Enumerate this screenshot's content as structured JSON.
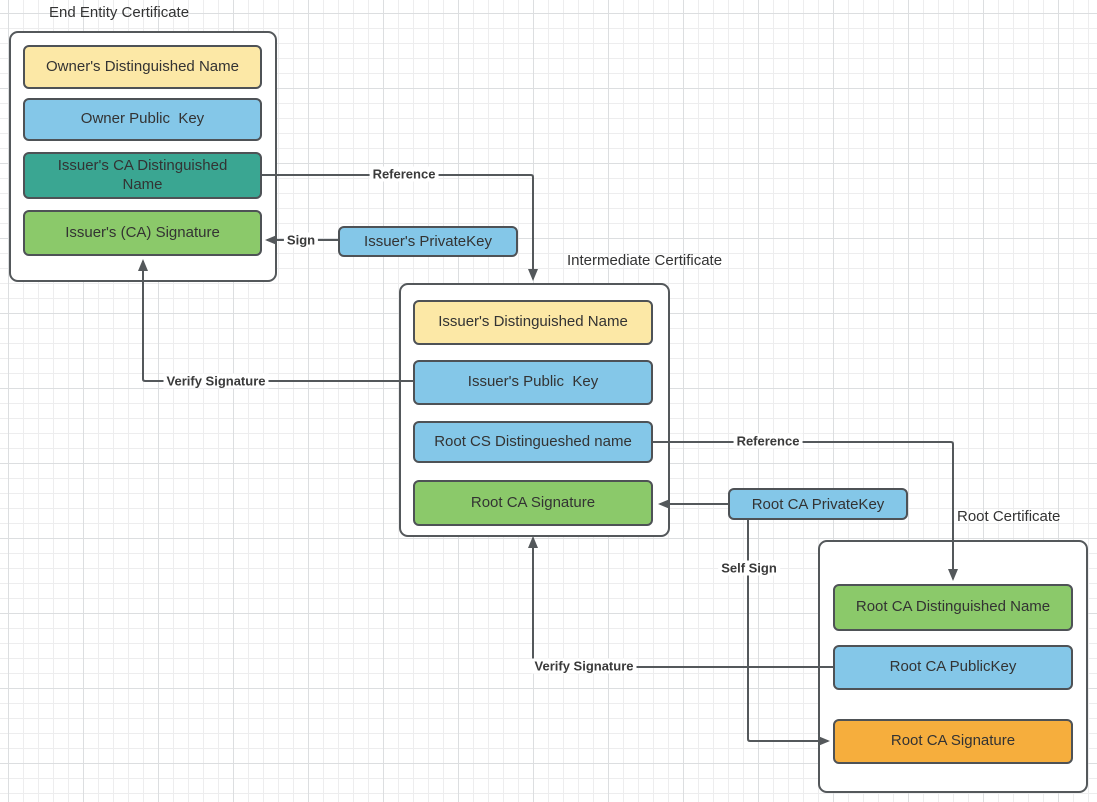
{
  "palette": {
    "yellow": "#FCE8A6",
    "blue": "#84C7E8",
    "teal": "#3AA692",
    "green": "#8BC96A",
    "orange": "#F6AE3D",
    "line": "#54585B",
    "text": "#333333"
  },
  "groups": [
    {
      "title": "End Entity Certificate",
      "fields": [
        {
          "label": "Owner's Distinguished Name",
          "color": "yellow"
        },
        {
          "label": "Owner Public  Key",
          "color": "blue"
        },
        {
          "label": "Issuer's CA Distinguished\nName",
          "color": "teal"
        },
        {
          "label": "Issuer's (CA) Signature",
          "color": "green"
        }
      ]
    },
    {
      "title": "Intermediate Certificate",
      "fields": [
        {
          "label": "Issuer's Distinguished Name",
          "color": "yellow"
        },
        {
          "label": "Issuer's Public  Key",
          "color": "blue"
        },
        {
          "label": "Root CS Distingueshed name",
          "color": "blue"
        },
        {
          "label": "Root CA Signature",
          "color": "green"
        }
      ]
    },
    {
      "title": "Root Certificate",
      "fields": [
        {
          "label": "Root CA Distinguished Name",
          "color": "green"
        },
        {
          "label": "Root CA PublicKey",
          "color": "blue"
        },
        {
          "label": "Root CA Signature",
          "color": "orange"
        }
      ]
    }
  ],
  "keys": [
    {
      "label": "Issuer's PrivateKey",
      "color": "blue"
    },
    {
      "label": "Root CA PrivateKey",
      "color": "blue"
    }
  ],
  "edges": [
    {
      "label": "Reference",
      "from": "issuers-ca-distinguished-name",
      "to": "intermediate-certificate"
    },
    {
      "label": "Sign",
      "from": "issuers-privatekey",
      "to": "issuers-ca-signature"
    },
    {
      "label": "Verify Signature",
      "from": "issuers-public-key",
      "to": "issuers-ca-signature"
    },
    {
      "label": "Reference",
      "from": "root-cs-distingueshed-name",
      "to": "root-ca-distinguished-name"
    },
    {
      "label": "",
      "from": "root-ca-privatekey",
      "to": "root-ca-signature-intermediate"
    },
    {
      "label": "Self Sign",
      "from": "root-ca-privatekey",
      "to": "root-ca-signature-root"
    },
    {
      "label": "Verify Signature",
      "from": "root-ca-publickey",
      "to": "root-ca-signature-intermediate"
    }
  ]
}
